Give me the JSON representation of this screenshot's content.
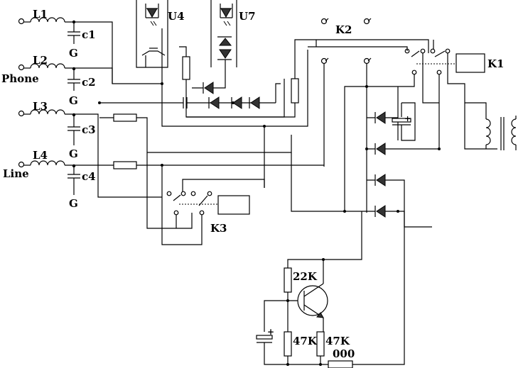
{
  "labels": {
    "L1": "L1",
    "L2": "L2",
    "L3": "L3",
    "L4": "L4",
    "c1": "c1",
    "c2": "c2",
    "c3": "c3",
    "c4": "c4",
    "G": "G",
    "phone": "Phone",
    "line": "Line",
    "U4": "U4",
    "U7": "U7",
    "K1": "K1",
    "K2": "K2",
    "K3": "K3",
    "r22k": "22K",
    "r47k_a": "47K",
    "r47k_b": "47K",
    "r000": "000",
    "plus": "+"
  }
}
